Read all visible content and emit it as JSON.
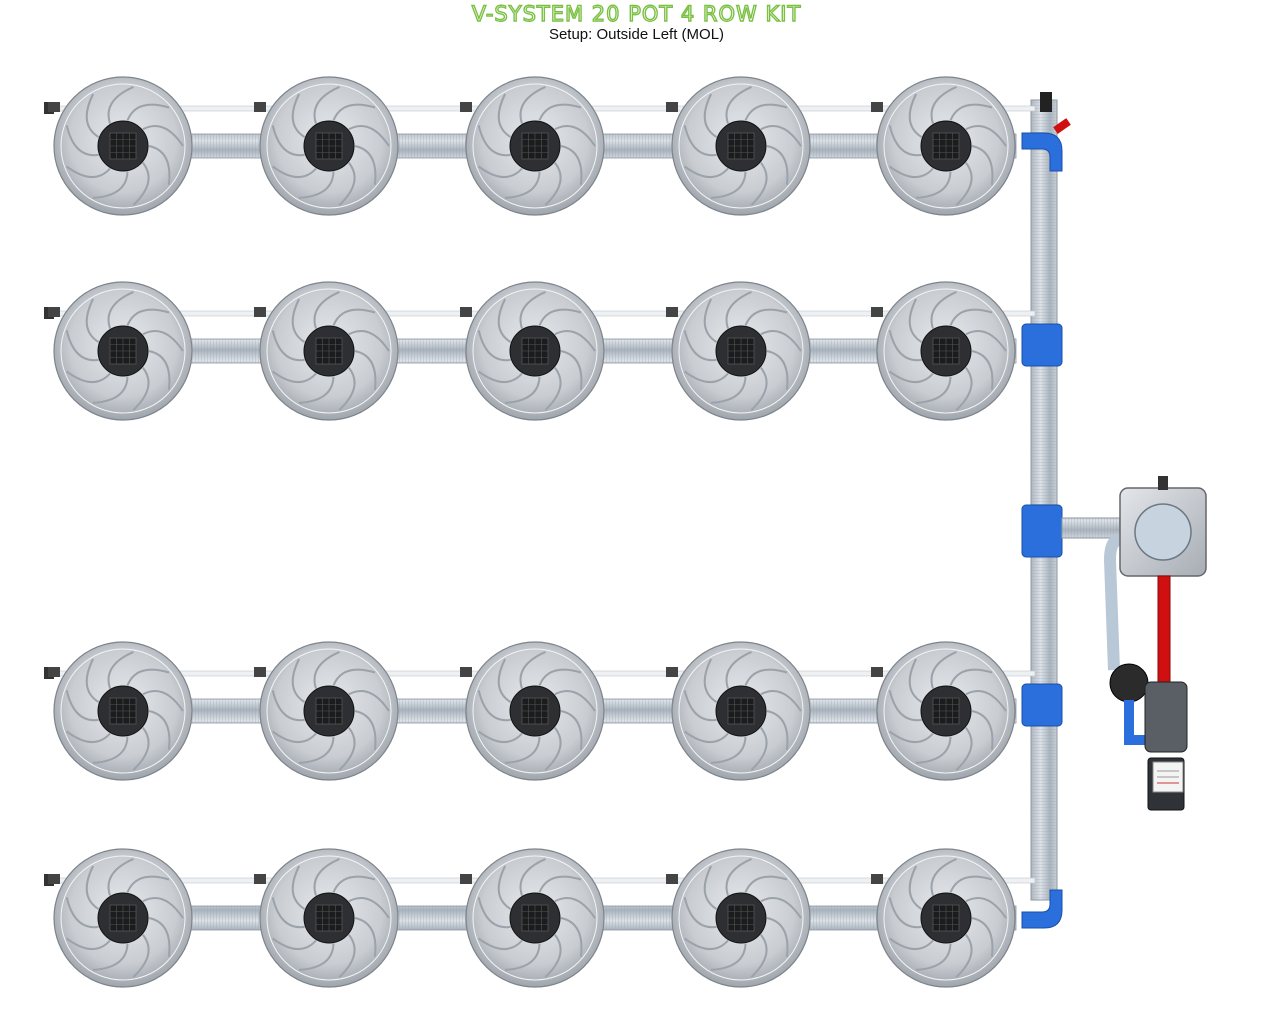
{
  "title": "V-SYSTEM 20 POT 4 ROW KIT",
  "subtitle": "Setup: Outside Left (MOL)",
  "layout": {
    "rows": 4,
    "pots_per_row": 5,
    "total_pots": 20
  },
  "colors": {
    "title_green": "#7ac143",
    "pipe_blue": "#2a6fdb",
    "valve_red": "#d01010",
    "pot_grey": "#c8ccd1",
    "hose_grey": "#b8c4cf"
  },
  "icons": [
    "pot-icon",
    "pump-icon",
    "tank-icon",
    "valve-icon",
    "filter-icon",
    "label-plate-icon"
  ]
}
